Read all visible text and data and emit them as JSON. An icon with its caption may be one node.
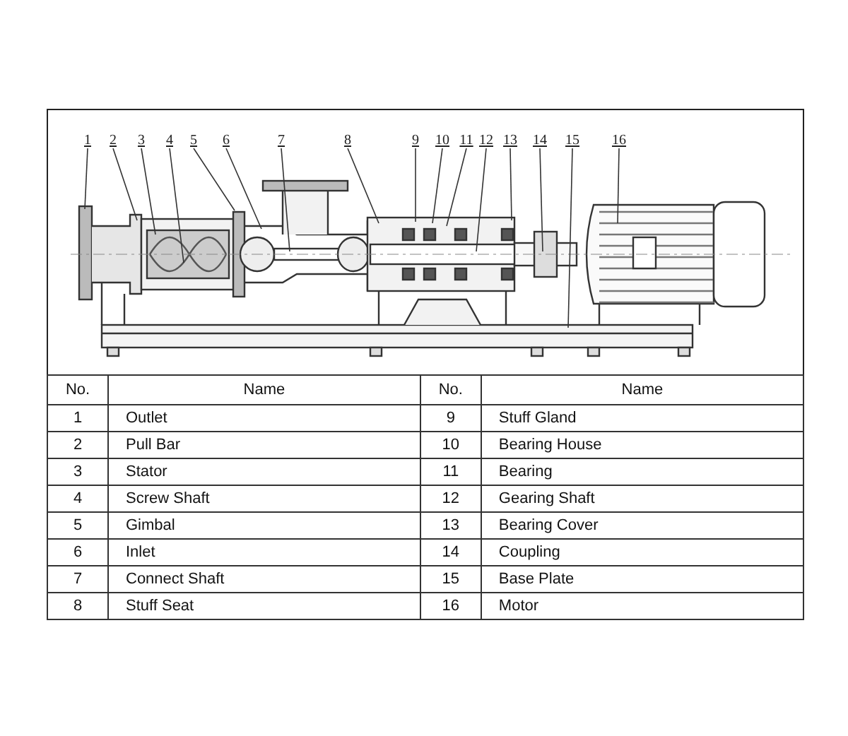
{
  "diagram": {
    "nodes": [
      {
        "text": [
          "1"
        ]
      },
      {
        "text": [
          "2"
        ]
      },
      {
        "text": [
          "3"
        ]
      },
      {
        "text": [
          "4"
        ]
      },
      {
        "text": [
          "5"
        ]
      },
      {
        "text": [
          "6"
        ]
      },
      {
        "text": [
          "7"
        ]
      },
      {
        "text": [
          "8"
        ]
      },
      {
        "text": [
          "9"
        ]
      },
      {
        "text": [
          "10"
        ]
      },
      {
        "text": [
          "11"
        ]
      },
      {
        "text": [
          "12"
        ]
      },
      {
        "text": [
          "13"
        ]
      },
      {
        "text": [
          "14"
        ]
      },
      {
        "text": [
          "15"
        ]
      },
      {
        "text": [
          "16"
        ]
      }
    ],
    "edges": [
      {
        "from": 0,
        "to": null,
        "arrow": "none"
      },
      {
        "from": 1,
        "to": null,
        "arrow": "none"
      },
      {
        "from": 2,
        "to": null,
        "arrow": "none"
      },
      {
        "from": 3,
        "to": null,
        "arrow": "none"
      },
      {
        "from": 4,
        "to": null,
        "arrow": "none"
      },
      {
        "from": 5,
        "to": null,
        "arrow": "none"
      },
      {
        "from": 6,
        "to": null,
        "arrow": "none"
      },
      {
        "from": 7,
        "to": null,
        "arrow": "none"
      },
      {
        "from": 8,
        "to": null,
        "arrow": "none"
      },
      {
        "from": 9,
        "to": null,
        "arrow": "none"
      },
      {
        "from": 10,
        "to": null,
        "arrow": "none"
      },
      {
        "from": 11,
        "to": null,
        "arrow": "none"
      },
      {
        "from": 12,
        "to": null,
        "arrow": "none"
      },
      {
        "from": 13,
        "to": null,
        "arrow": "none"
      },
      {
        "from": 14,
        "to": null,
        "arrow": "none"
      },
      {
        "from": 15,
        "to": null,
        "arrow": "none"
      }
    ],
    "labels": [
      "No.",
      "Name",
      "No.",
      "Name",
      "1",
      "Outlet",
      "9",
      "Stuff Gland",
      "2",
      "Pull Bar",
      "10",
      "Bearing House",
      "3",
      "Stator",
      "11",
      "Bearing",
      "4",
      "Screw Shaft",
      "12",
      "Gearing Shaft",
      "5",
      "Gimbal",
      "13",
      "Bearing Cover",
      "6",
      "Inlet",
      "14",
      "Coupling",
      "7",
      "Connect Shaft",
      "15",
      "Base Plate",
      "8",
      "Stuff Seat",
      "16",
      "Motor"
    ]
  }
}
